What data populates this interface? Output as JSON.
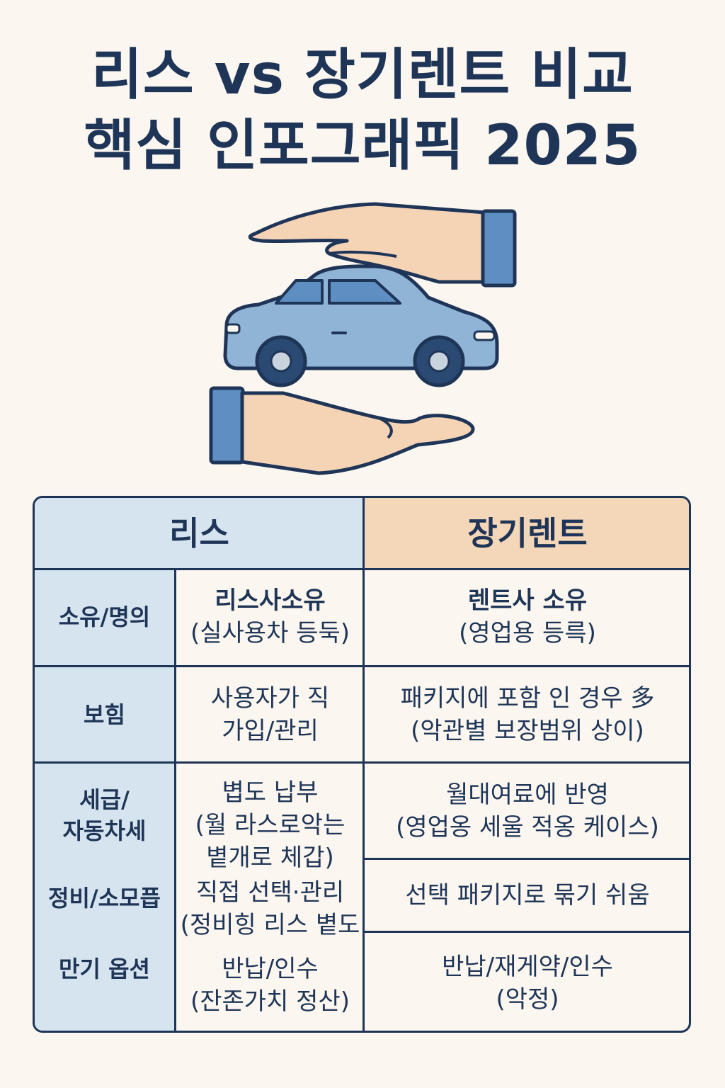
{
  "title": {
    "line1": "리스 vs 장기렌트 비교",
    "line2": "핵심 인포그래픽 2025"
  },
  "illustration": {
    "icon": "hands-protecting-car-icon",
    "colors": {
      "car": "#8fb4d6",
      "hand": "#f5d3b5",
      "cuff": "#5f8fc2",
      "outline": "#1f3557"
    }
  },
  "table": {
    "headers": {
      "lease": "리스",
      "rent": "장기렌트"
    },
    "header_colors": {
      "lease": "#d6e4ef",
      "rent": "#f4d6b8"
    },
    "rows": [
      {
        "label": [
          "소유/명의"
        ],
        "lease": [
          "리스사소유",
          "(실사용차 등둑)"
        ],
        "rent": [
          "렌트사 소유",
          "(영업용 등륵)"
        ]
      },
      {
        "label": [
          "보힘"
        ],
        "lease": [
          "사용자가 직",
          "가입/관리"
        ],
        "rent": [
          "패키지에 포함 인 경우 多",
          "(악관별 보장범위 상이)"
        ]
      },
      {
        "label": [
          "세급/",
          "자동차세"
        ],
        "lease": [
          "볍도 납부",
          "(월 라스로악는",
          "볕개로 체갑)"
        ],
        "rent": [
          "월대여료에 반영",
          "(영업옹 세울 적옹 케이스)"
        ]
      },
      {
        "label": [
          "정비/소모픕"
        ],
        "lease": [
          "직접 선택·관리",
          "(정비힝 리스 볕도"
        ],
        "rent": [
          "선택 패키지로 묶기 쉬움"
        ]
      },
      {
        "label": [
          "만기 옵션"
        ],
        "lease": [
          "반납/인수",
          "(잔존가치 정산)"
        ],
        "rent": [
          "반납/재게약/인수",
          "(악정)"
        ]
      }
    ]
  }
}
